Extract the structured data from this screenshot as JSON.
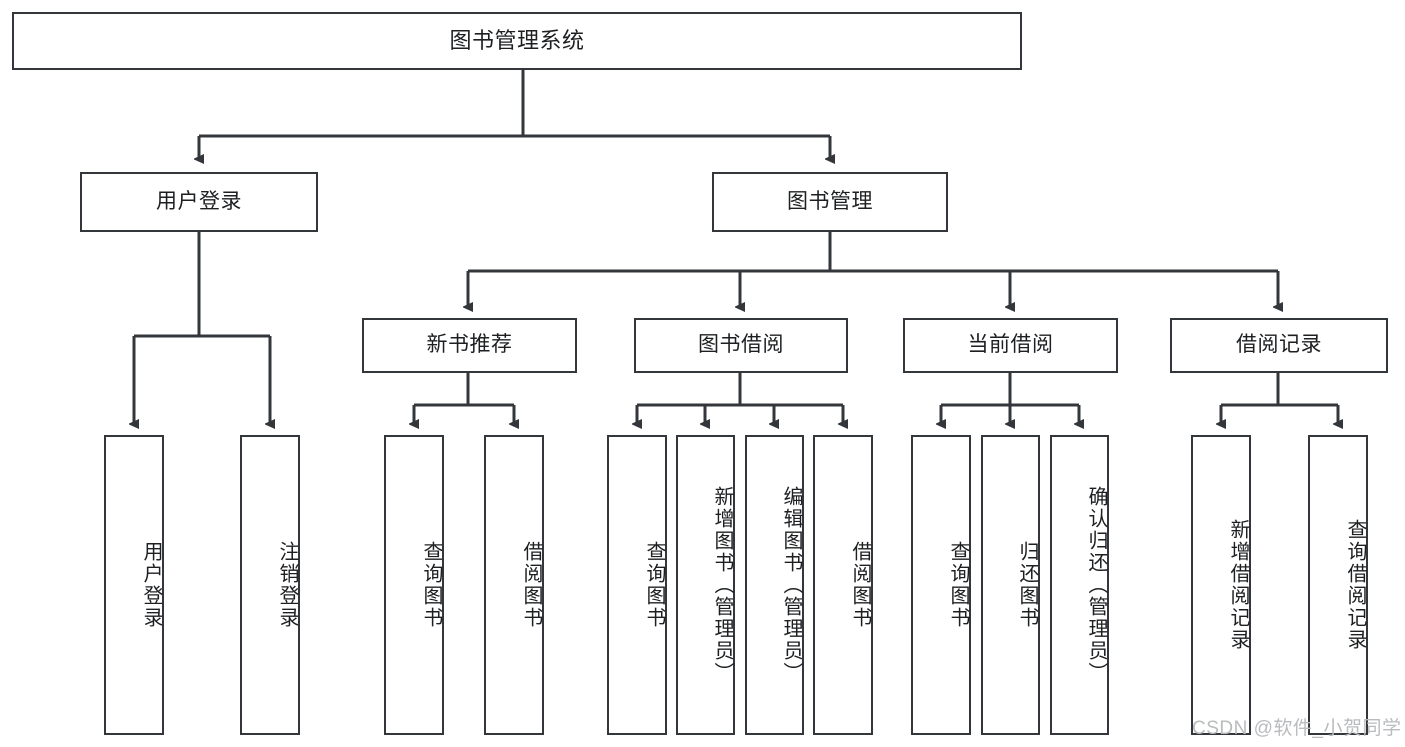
{
  "diagram": {
    "title": "图书管理系统",
    "type": "tree-hierarchy",
    "root": {
      "label": "图书管理系统"
    },
    "level1": [
      {
        "label": "用户登录"
      },
      {
        "label": "图书管理"
      }
    ],
    "level2": [
      {
        "label": "新书推荐"
      },
      {
        "label": "图书借阅"
      },
      {
        "label": "当前借阅"
      },
      {
        "label": "借阅记录"
      }
    ],
    "leaves": {
      "user_login": [
        {
          "label": "用户登录"
        },
        {
          "label": "注销登录"
        }
      ],
      "new_book_recommend": [
        {
          "label": "查询图书"
        },
        {
          "label": "借阅图书"
        }
      ],
      "book_borrow": [
        {
          "label": "查询图书"
        },
        {
          "label": "新增图书（管理员）"
        },
        {
          "label": "编辑图书（管理员）"
        },
        {
          "label": "借阅图书"
        }
      ],
      "current_borrow": [
        {
          "label": "查询图书"
        },
        {
          "label": "归还图书"
        },
        {
          "label": "确认归还（管理员）"
        }
      ],
      "borrow_record": [
        {
          "label": "新增借阅记录"
        },
        {
          "label": "查询借阅记录"
        }
      ]
    }
  },
  "watermark": {
    "text": "CSDN @软件_小贺同学"
  },
  "colors": {
    "stroke": "#33373b",
    "background": "#ffffff",
    "text": "#1d1f21",
    "watermark": "#b9bbbd"
  }
}
